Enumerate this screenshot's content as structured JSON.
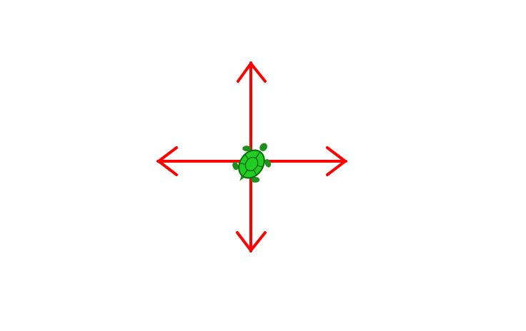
{
  "canvas": {
    "background": "#ffffff"
  },
  "arrows": {
    "color": "#ff0000",
    "directions": [
      "up",
      "right",
      "down",
      "left"
    ]
  },
  "turtle": {
    "icon": "turtle-icon",
    "shell_color": "#22cc22",
    "shell_edge_color": "#0a6e0a",
    "limb_color": "#1e8f1e"
  }
}
